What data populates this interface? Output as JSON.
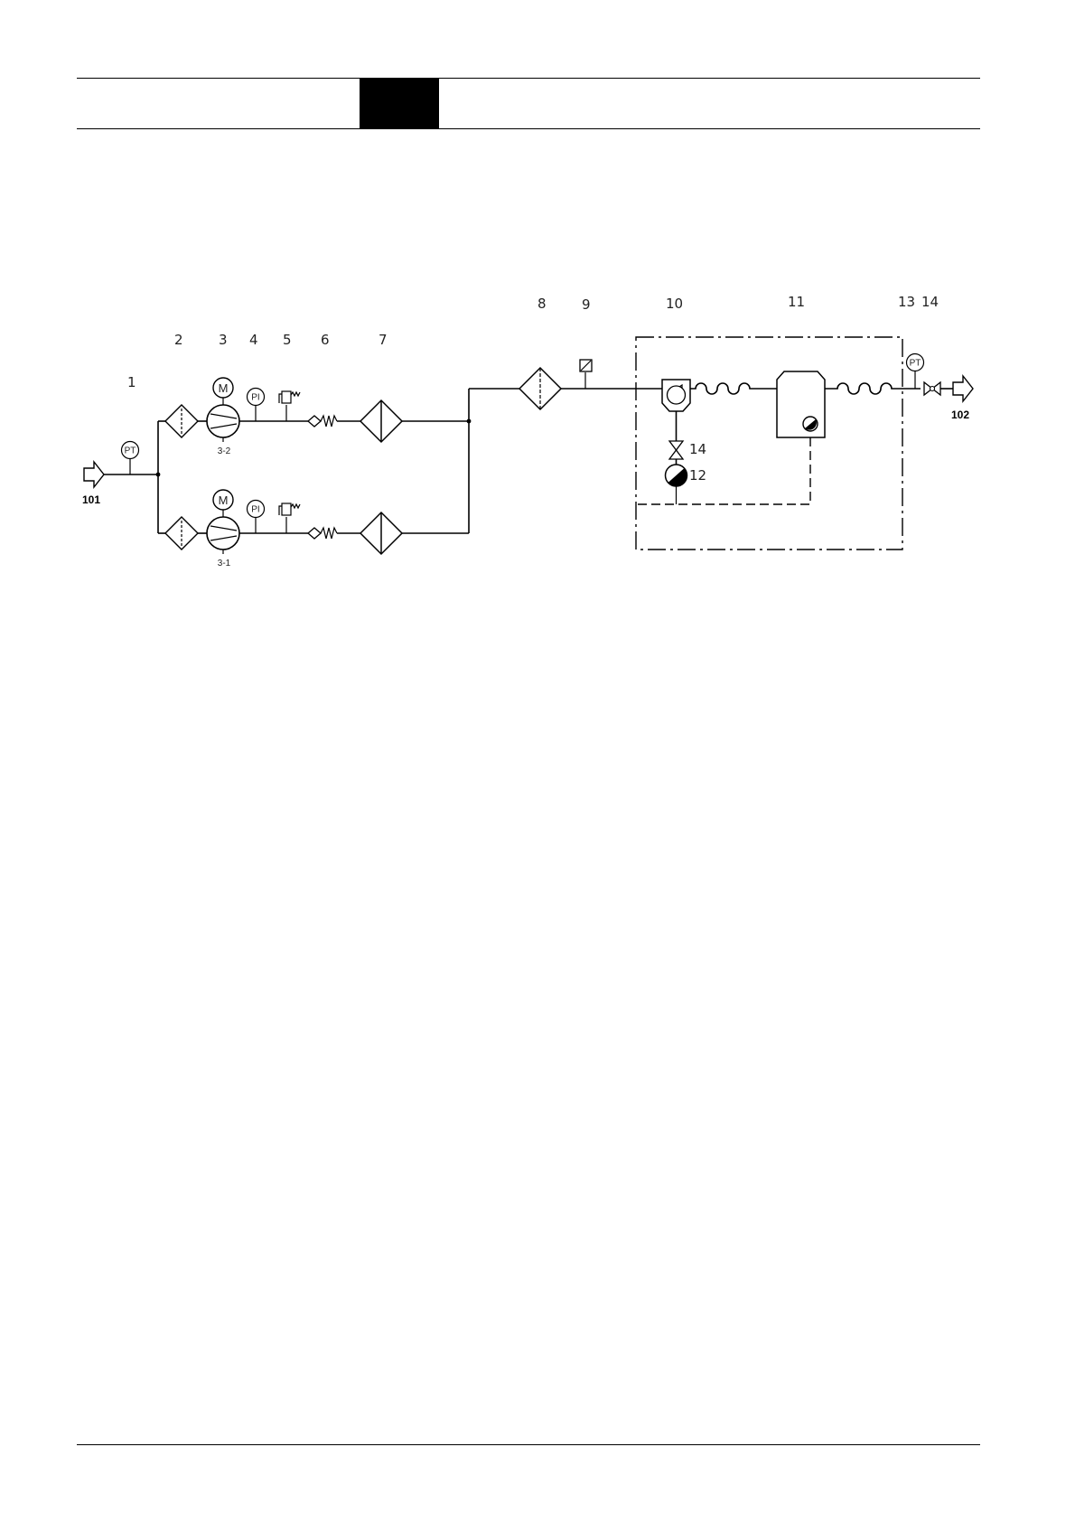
{
  "diagram": {
    "item_numbers": [
      "1",
      "2",
      "3",
      "4",
      "5",
      "6",
      "7",
      "8",
      "9",
      "10",
      "11",
      "13",
      "14"
    ],
    "port_inlet": "101",
    "port_outlet": "102",
    "instrument_pt": "PT",
    "instrument_pi": "PI",
    "motor": "M",
    "pump_upper": "3-2",
    "pump_lower": "3-1",
    "valve_label": "14",
    "pump_label": "12"
  }
}
